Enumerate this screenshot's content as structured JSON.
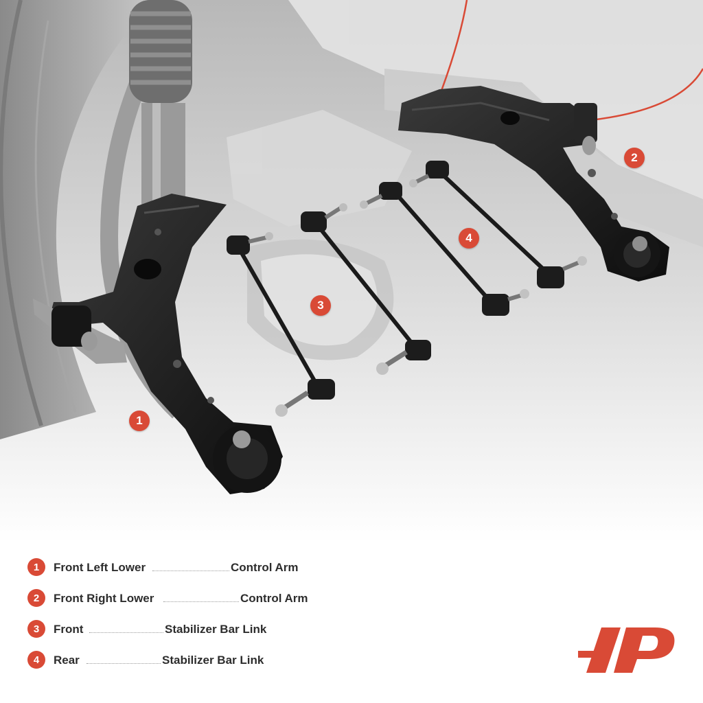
{
  "colors": {
    "accent": "#d94a36",
    "part_black": "#1b1b1b",
    "scene_gray": "#cfcfcf"
  },
  "markers": [
    {
      "number": "1"
    },
    {
      "number": "2"
    },
    {
      "number": "3"
    },
    {
      "number": "4"
    }
  ],
  "legend": [
    {
      "number": "1",
      "left_text": "Front Left Lower",
      "right_text": "Control Arm"
    },
    {
      "number": "2",
      "left_text": "Front Right Lower",
      "right_text": "Control Arm"
    },
    {
      "number": "3",
      "left_text": "Front",
      "right_text": "Stabilizer Bar Link"
    },
    {
      "number": "4",
      "left_text": "Rear",
      "right_text": "Stabilizer Bar Link"
    }
  ],
  "logo": {
    "icon": "a-premium-logo"
  }
}
